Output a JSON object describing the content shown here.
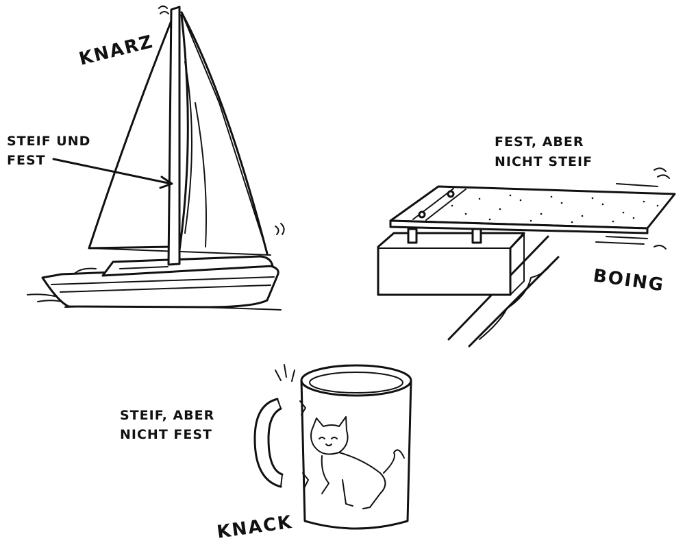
{
  "labels": {
    "boat_line1": "STEIF UND",
    "boat_line2": "FEST",
    "board_line1": "FEST, ABER",
    "board_line2": "NICHT STEIF",
    "mug_line1": "STEIF, ABER",
    "mug_line2": "NICHT FEST"
  },
  "sounds": {
    "boat": "KNARZ",
    "board": "BOING",
    "mug": "KNACK"
  }
}
